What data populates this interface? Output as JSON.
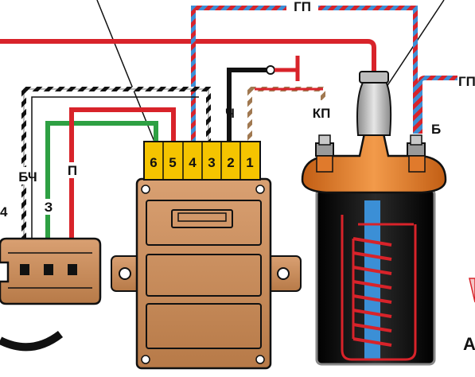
{
  "labels": {
    "gp_top": "ГП",
    "gp_right": "ГП",
    "b_right": "Б",
    "kp": "КП",
    "ch": "Ч",
    "bch": "БЧ",
    "z": "З",
    "p": "П",
    "edge_left": "4",
    "edge_right_bottom": "А"
  },
  "connector": {
    "pins": [
      "6",
      "5",
      "4",
      "3",
      "2",
      "1"
    ]
  },
  "colors": {
    "red_wire": "#d8232a",
    "blue_wire": "#3b8fd6",
    "green_wire": "#2ea043",
    "black_wire": "#111111",
    "connector_yellow": "#f5c400",
    "module_body": "#c98c5a",
    "coil_orange": "#e07a2c",
    "coil_body": "#1a1a1a"
  }
}
